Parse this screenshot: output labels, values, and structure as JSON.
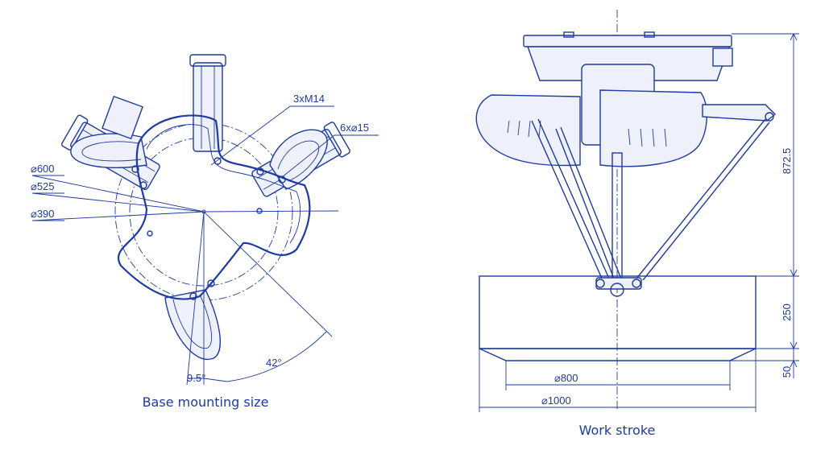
{
  "left_view": {
    "caption": "Base mounting size",
    "labels": {
      "thread": "3xM14",
      "holes": "6x⌀15",
      "d600": "⌀600",
      "d525": "⌀525",
      "d390": "⌀390",
      "angle_small": "9.5°",
      "angle_large": "42°"
    }
  },
  "right_view": {
    "caption": "Work stroke",
    "labels": {
      "height_total": "872.5",
      "height_stroke": "250",
      "height_bottom": "50",
      "d800": "⌀800",
      "d1000": "⌀1000"
    }
  },
  "colors": {
    "line": "#1f3aa0",
    "background": "#ffffff"
  }
}
